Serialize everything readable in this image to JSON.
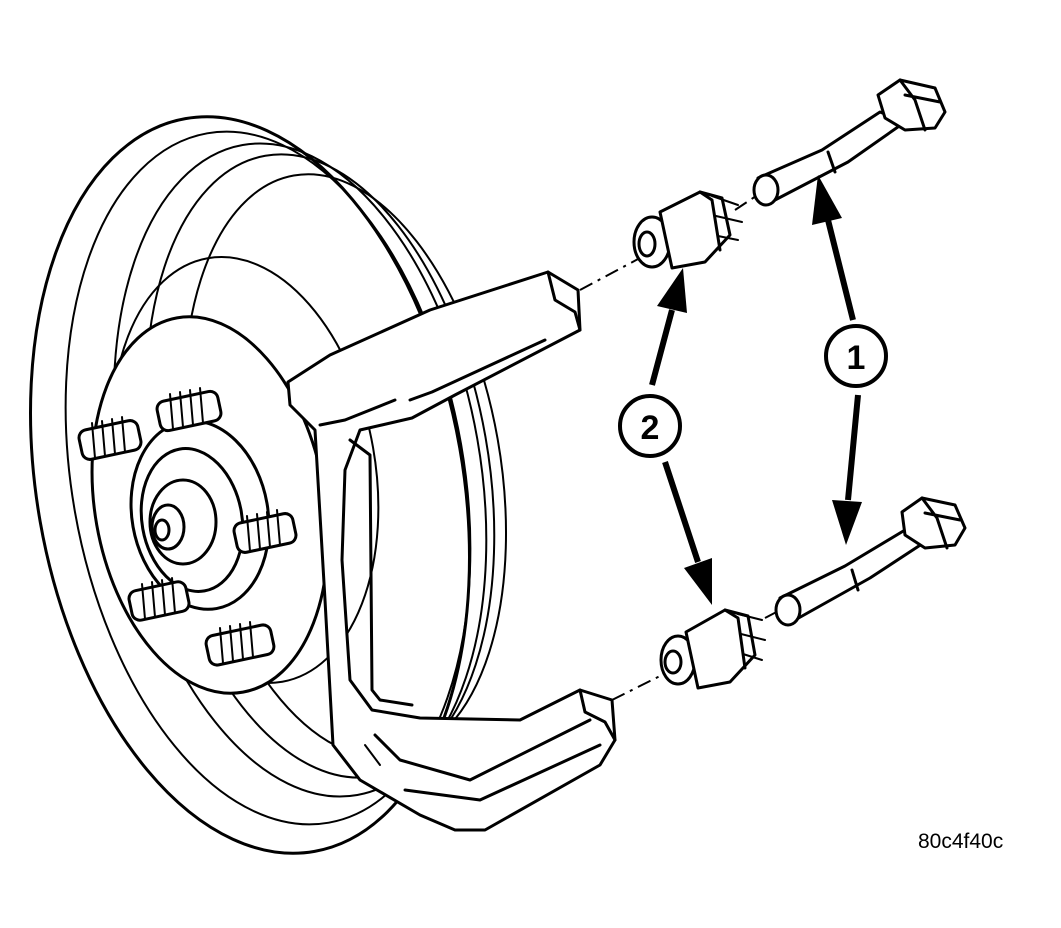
{
  "callouts": [
    {
      "id": "1",
      "label": "1"
    },
    {
      "id": "2",
      "label": "2"
    }
  ],
  "figure_id": "80c4f40c",
  "colors": {
    "ink": "#000000",
    "background": "#ffffff"
  }
}
